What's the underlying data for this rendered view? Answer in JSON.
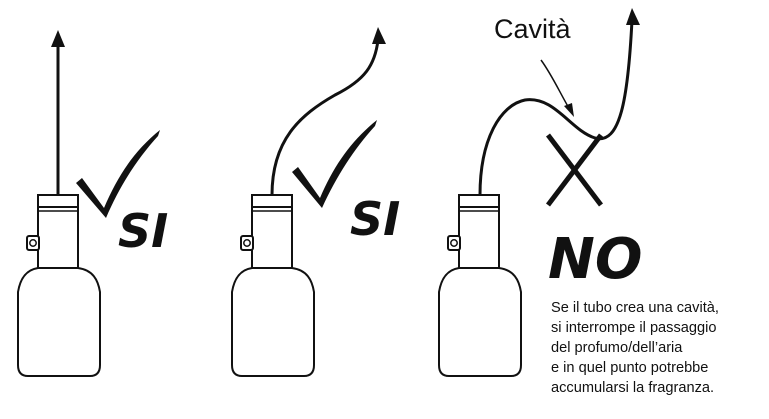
{
  "panels": [
    {
      "id": "straight",
      "verdict": "SI",
      "correct": true
    },
    {
      "id": "curved",
      "verdict": "SI",
      "correct": true
    },
    {
      "id": "cavity",
      "verdict": "NO",
      "correct": false
    }
  ],
  "callout": {
    "label": "Cavità"
  },
  "note": {
    "lines": [
      "Se il tubo crea una cavità,",
      "si interrompe il passaggio",
      "del profumo/dell’aria",
      "e in quel punto potrebbe",
      "accumularsi la fragranza."
    ]
  },
  "colors": {
    "ink": "#111111",
    "background": "#ffffff"
  }
}
